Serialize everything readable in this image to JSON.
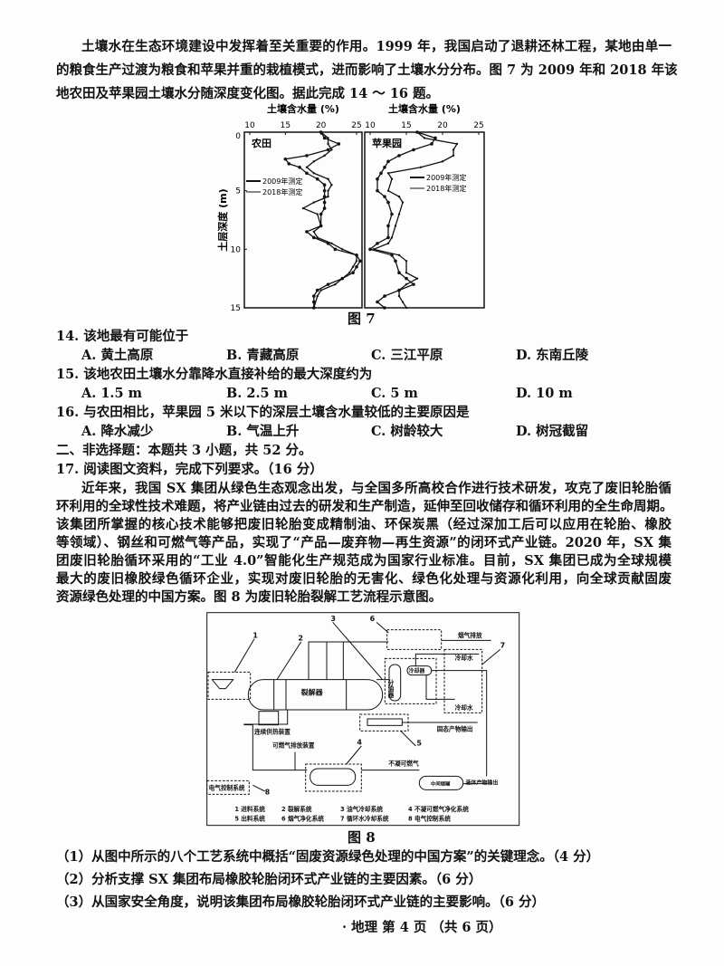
{
  "intro": [
    "土壤水在生态环境建设中发挥着至关重要的作用。1999 年，我国启动了退耕还林工程，某地由单一",
    "的粮食生产过渡为粮食和苹果并重的栽植模式，进而影响了土壤水分分布。图 7 为 2009 年和 2018 年该",
    "地农田及苹果园土壤水分随深度变化图。据此完成 14 ～ 16 题。"
  ],
  "chart_data": [
    {
      "type": "line",
      "title": "农田",
      "xlabel": "土壤含水量 (%)",
      "ylabel": "土层深度 (m)",
      "xlim": [
        10,
        25
      ],
      "ylim": [
        0,
        15
      ],
      "xticks": [
        "10",
        "15",
        "20",
        "25"
      ],
      "yticks": [
        "0",
        "5",
        "10",
        "15"
      ],
      "legend": [
        "2009年测定",
        "2018年测定"
      ],
      "series": [
        {
          "name": "2009年测定",
          "depth": [
            0,
            0.5,
            1,
            1.5,
            2,
            2.3,
            2.7,
            3,
            3.5,
            4,
            4.5,
            5,
            5.5,
            6,
            6.5,
            7,
            8,
            8.5,
            9,
            9.5,
            10,
            10.5,
            11,
            11.5,
            12,
            12.5,
            13,
            13.5,
            14,
            14.5,
            15
          ],
          "values": [
            20,
            20.5,
            22.5,
            21,
            18,
            15,
            15.5,
            17,
            18,
            19.5,
            20.5,
            20.5,
            20.5,
            20.5,
            20.5,
            20,
            20,
            18,
            19,
            21,
            22,
            25,
            25.5,
            25,
            24.5,
            23,
            21,
            19.5,
            19,
            19,
            19
          ]
        },
        {
          "name": "2018年测定",
          "depth": [
            0,
            0.5,
            1,
            1.5,
            2,
            2.5,
            3,
            3.5,
            4,
            4.5,
            5,
            5.5,
            6,
            6.5,
            7,
            8,
            8.5,
            9,
            9.5,
            10,
            10.5,
            11,
            11.5,
            12,
            12.5,
            13,
            13.5,
            14,
            15
          ],
          "values": [
            20,
            21,
            21,
            21.5,
            20.5,
            19,
            18,
            19,
            21,
            21.5,
            21,
            21,
            19,
            17.5,
            19.5,
            20,
            19,
            19.5,
            21.5,
            23,
            25,
            25,
            24.5,
            24,
            23,
            22,
            20,
            19.5,
            19
          ]
        }
      ]
    },
    {
      "type": "line",
      "title": "苹果园",
      "xlabel": "土壤含水量 (%)",
      "xlim": [
        10,
        25
      ],
      "ylim": [
        0,
        15
      ],
      "xticks": [
        "10",
        "15",
        "20",
        "25"
      ],
      "legend": [
        "2009年测定",
        "2018年测定"
      ],
      "series": [
        {
          "name": "2009年测定",
          "depth": [
            0,
            0.5,
            1,
            1.5,
            2,
            2.5,
            3,
            3.5,
            4,
            5,
            5.5,
            6,
            7,
            8,
            9,
            9.5,
            10,
            10.5,
            11,
            12,
            12.5,
            13,
            13.5,
            14,
            14.5,
            15
          ],
          "values": [
            16.5,
            19,
            18.5,
            16,
            14,
            12.5,
            12,
            11.5,
            11,
            11,
            12,
            12.5,
            13,
            12.5,
            12.5,
            11,
            10,
            13,
            13.5,
            14,
            15,
            16,
            14,
            12,
            11,
            12
          ]
        },
        {
          "name": "2018年测定",
          "depth": [
            0,
            0.5,
            1,
            1.5,
            2,
            2.5,
            3,
            3.5,
            4,
            5,
            5.5,
            6,
            7,
            8,
            9,
            9.5,
            10,
            10.5,
            11,
            12,
            12.5,
            13,
            13.5,
            14,
            14.5,
            15
          ],
          "values": [
            16.5,
            17.5,
            22,
            21.5,
            21.5,
            20,
            17,
            12.5,
            13,
            12.5,
            14,
            14.5,
            14,
            13.5,
            13,
            12.5,
            10.5,
            14,
            15,
            15,
            16.5,
            15,
            14,
            14,
            14.5,
            15
          ]
        }
      ]
    }
  ],
  "fig7_caption": "图 7",
  "questions": [
    {
      "stem": "14. 该地最有可能位于",
      "options": [
        "A. 黄土高原",
        "B. 青藏高原",
        "C. 三江平原",
        "D. 东南丘陵"
      ]
    },
    {
      "stem": "15. 该地农田土壤水分靠降水直接补给的最大深度约为",
      "options": [
        "A. 1.5 m",
        "B. 2.5 m",
        "C. 5 m",
        "D. 10 m"
      ]
    },
    {
      "stem": "16. 与农田相比，苹果园 5 米以下的深层土壤含水量较低的主要原因是",
      "options": [
        "A. 降水减少",
        "B. 气温上升",
        "C. 树龄较大",
        "D. 树冠截留"
      ]
    }
  ],
  "section2": "二、非选择题：本题共 3 小题，共 52 分。",
  "q17": "17. 阅读图文资料，完成下列要求。（16 分）",
  "para": [
    "近年来，我国 SX 集团从绿色生态观念出发，与全国多所高校合作进行技术研发，攻克了废旧轮胎循",
    "环利用的全球性技术难题，将产业链由过去的研发和生产制造，延伸至回收储存和循环利用的全生命周期。",
    "该集团所掌握的核心技术能够把废旧轮胎变成精制油、环保炭黑（经过深加工后可以应用在轮胎、橡胶",
    "等领域）、钢丝和可燃气等产品，实现了“产品—废弃物—再生资源”的闭环式产业链。2020 年，SX 集",
    "团废旧轮胎循环采用的“工业 4.0”智能化生产规范成为国家行业标准。目前，SX 集团已成为全球规模",
    "最大的废旧橡胶绿色循环企业，实现对废旧轮胎的无害化、绿色化处理与资源化利用，向全球贡献固废",
    "资源绿色处理的中国方案。图 8 为废旧轮胎裂解工艺流程示意图。"
  ],
  "diagram": {
    "reactor": "裂解器",
    "separator": "分油器",
    "cooler": "冷却器",
    "cooling_water_top": "冷却水",
    "cooling_water_bottom": "冷却水",
    "flue_gas": "烟气排放",
    "solid_out": "固态产物输出",
    "heater": "连续供热装置",
    "gas_discharge": "可燃气排放装置",
    "noncond": "不凝可燃气",
    "tank": "中间储罐",
    "liquid_out": "液体产物输出",
    "electric": "电气控制系统",
    "numbers": [
      "1",
      "2",
      "3",
      "4",
      "5",
      "6",
      "7",
      "8"
    ],
    "legend": [
      "1  进料系统",
      "2  裂解系统",
      "3  油气冷却系统",
      "4  不凝可燃气净化系统",
      "5  出料系统",
      "6  烟气净化系统",
      "7  循环水冷却系统",
      "8  电气控制系统"
    ]
  },
  "fig8_caption": "图 8",
  "subq": [
    "（1）从图中所示的八个工艺系统中概括“固废资源绿色处理的中国方案”的关键理念。（4 分）",
    "（2）分析支撑 SX 集团布局橡胶轮胎闭环式产业链的主要因素。（6 分）",
    "（3）从国家安全角度，说明该集团布局橡胶轮胎闭环式产业链的主要影响。（6 分）"
  ],
  "footer": "· 地理  第 4 页  （共 6 页）"
}
